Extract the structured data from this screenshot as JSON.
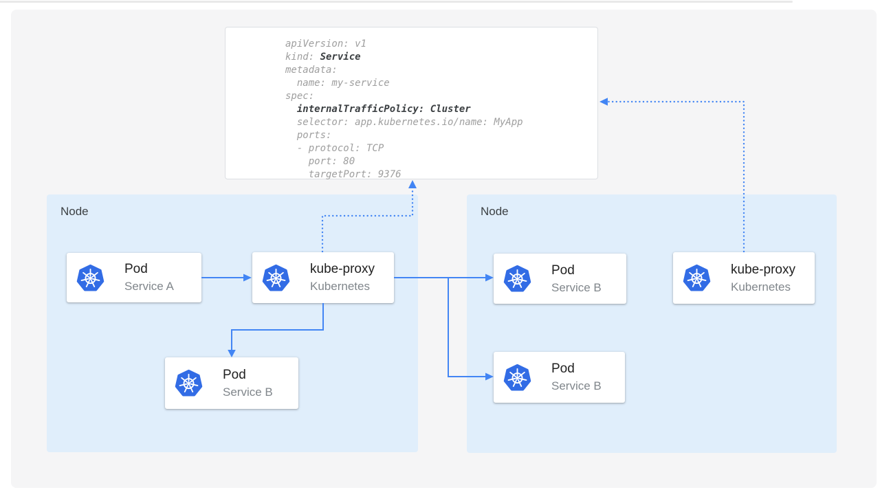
{
  "colors": {
    "k8s-blue": "#326ce5",
    "arrow-blue": "#4285f4",
    "node-bg": "#e0eefb",
    "canvas-bg": "#f5f5f6",
    "code-gray": "#9e9e9e",
    "code-dark": "#3c4043",
    "card-title": "#212121",
    "card-subtitle": "#80868b",
    "node-label": "#3c4043"
  },
  "yaml_card": {
    "lines": [
      [
        {
          "text": "apiVersion: v1",
          "bold": false
        }
      ],
      [
        {
          "text": "kind: ",
          "bold": false
        },
        {
          "text": "Service",
          "bold": true
        }
      ],
      [
        {
          "text": "metadata:",
          "bold": false
        }
      ],
      [
        {
          "text": "  name: my-service",
          "bold": false
        }
      ],
      [
        {
          "text": "spec:",
          "bold": false
        }
      ],
      [
        {
          "text": "  ",
          "bold": false
        },
        {
          "text": "internalTrafficPolicy: Cluster",
          "bold": true
        }
      ],
      [
        {
          "text": "  selector: app.kubernetes.io/name: MyApp",
          "bold": false
        }
      ],
      [
        {
          "text": "  ports:",
          "bold": false
        }
      ],
      [
        {
          "text": "  - protocol: TCP",
          "bold": false
        }
      ],
      [
        {
          "text": "    port: 80",
          "bold": false
        }
      ],
      [
        {
          "text": "    targetPort: 9376",
          "bold": false
        }
      ]
    ]
  },
  "nodes": [
    {
      "label": "Node",
      "cards": [
        {
          "icon": "kubernetes-logo",
          "title": "Pod",
          "subtitle": "Service A"
        },
        {
          "icon": "kubernetes-logo",
          "title": "kube-proxy",
          "subtitle": "Kubernetes"
        },
        {
          "icon": "kubernetes-logo",
          "title": "Pod",
          "subtitle": "Service B"
        }
      ]
    },
    {
      "label": "Node",
      "cards": [
        {
          "icon": "kubernetes-logo",
          "title": "Pod",
          "subtitle": "Service B"
        },
        {
          "icon": "kubernetes-logo",
          "title": "Pod",
          "subtitle": "Service B"
        },
        {
          "icon": "kubernetes-logo",
          "title": "kube-proxy",
          "subtitle": "Kubernetes"
        }
      ]
    }
  ]
}
